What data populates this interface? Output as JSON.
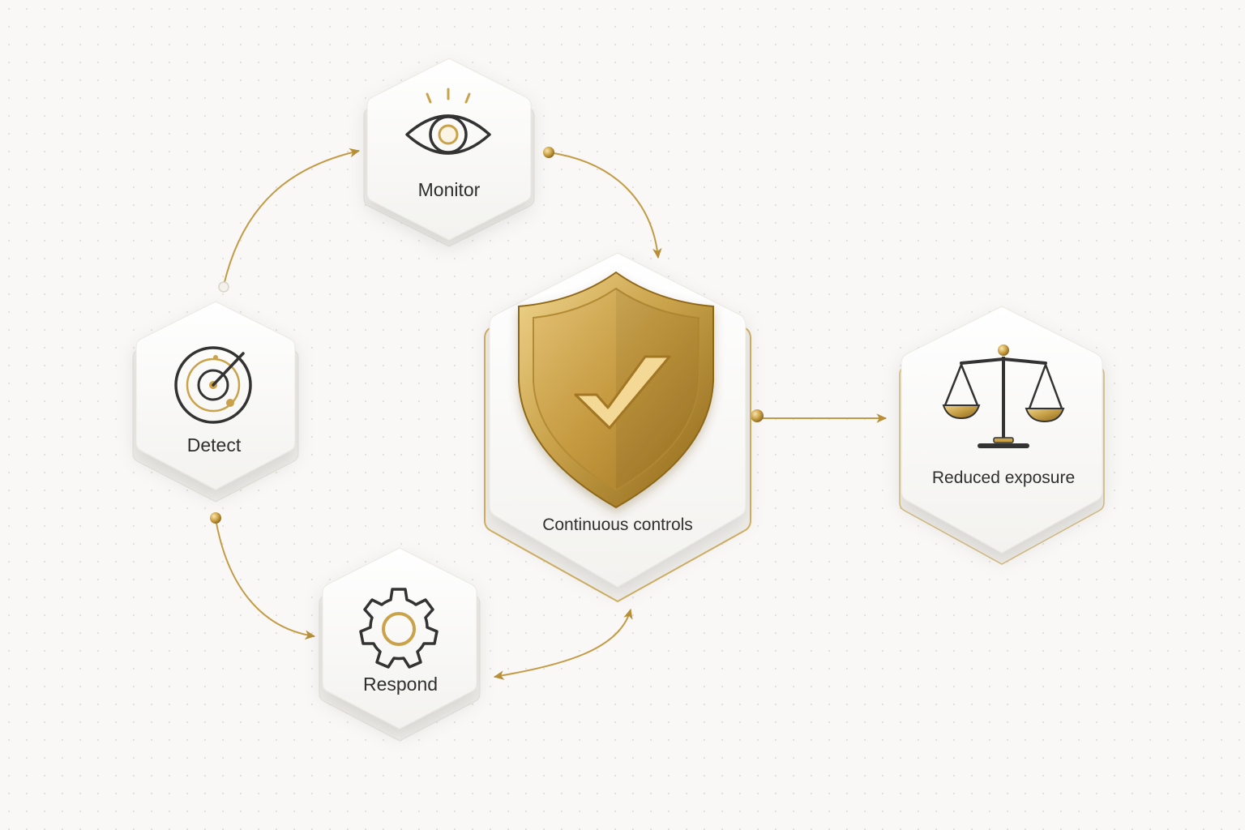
{
  "nodes": {
    "monitor": {
      "label": "Monitor",
      "icon": "eye-icon"
    },
    "detect": {
      "label": "Detect",
      "icon": "radar-icon"
    },
    "respond": {
      "label": "Respond",
      "icon": "gear-icon"
    },
    "controls": {
      "label": "Continuous controls",
      "icon": "shield-check-icon"
    },
    "outcome": {
      "label": "Reduced exposure",
      "icon": "scales-icon"
    }
  },
  "colors": {
    "gold": "#c9a24a",
    "gold_dark": "#9b7424",
    "gold_light": "#e7c878",
    "ink": "#2f2f2f",
    "tile": "#ffffff",
    "background": "#f9f8f6"
  }
}
